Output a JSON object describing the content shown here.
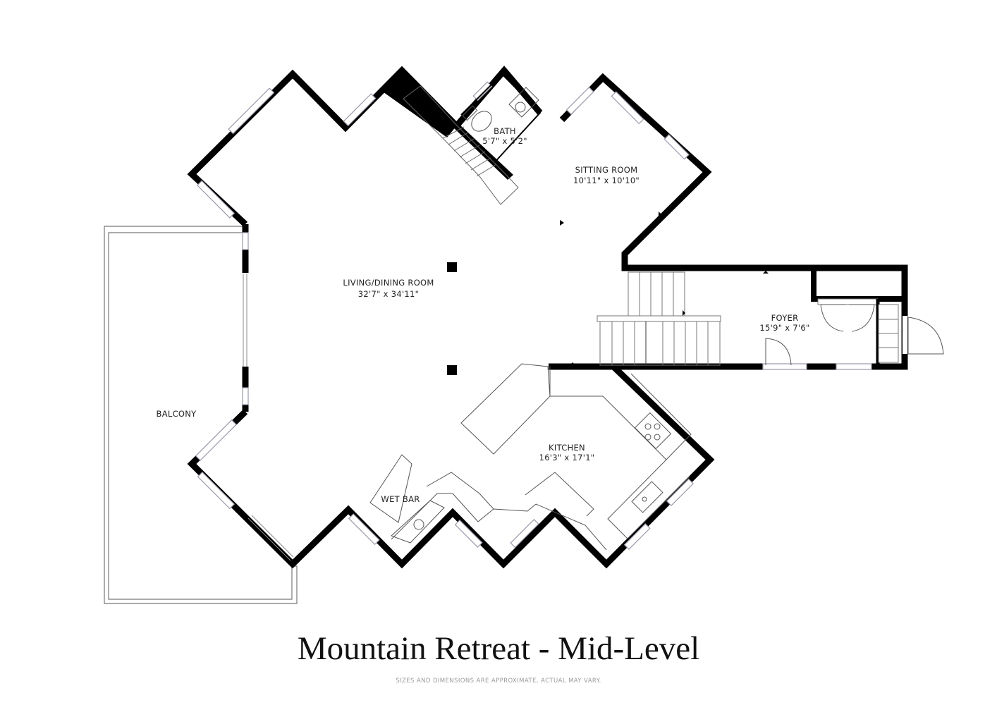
{
  "title": "Mountain Retreat - Mid-Level",
  "disclaimer": "SIZES AND DIMENSIONS ARE APPROXIMATE, ACTUAL MAY VARY.",
  "rooms": {
    "bath": {
      "name": "BATH",
      "size": "5'7\" x 5'2\""
    },
    "sitting": {
      "name": "SITTING ROOM",
      "size": "10'11\" x 10'10\""
    },
    "living": {
      "name": "LIVING/DINING ROOM",
      "size": "32'7\" x 34'11\""
    },
    "foyer": {
      "name": "FOYER",
      "size": "15'9\" x 7'6\""
    },
    "kitchen": {
      "name": "KITCHEN",
      "size": "16'3\" x 17'1\""
    },
    "wetbar": {
      "name": "WET BAR"
    },
    "balcony": {
      "name": "BALCONY"
    }
  },
  "colors": {
    "wall": "#000000",
    "fixture": "#555555",
    "window": "#9a9aaa"
  }
}
